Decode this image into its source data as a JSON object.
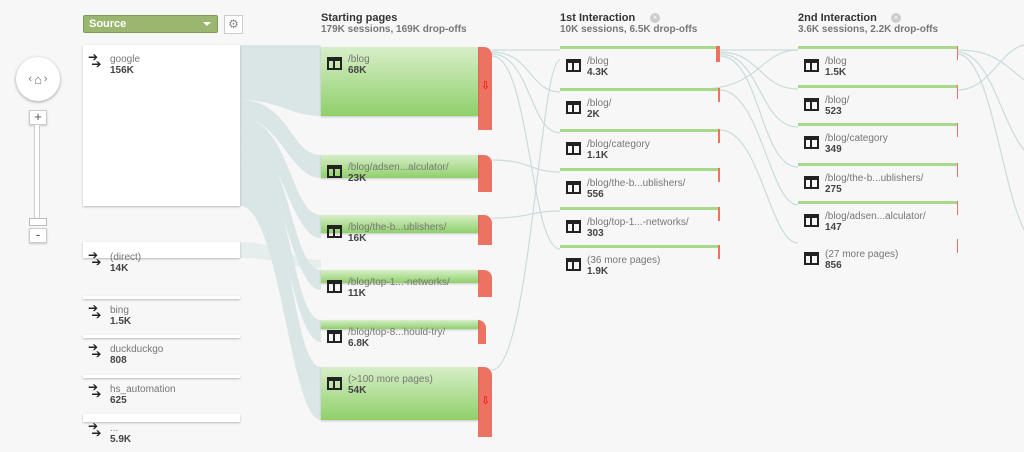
{
  "controls": {
    "home_label": "home",
    "zoom_in": "+",
    "zoom_out": "-"
  },
  "source_dropdown": {
    "selected": "Source"
  },
  "sources": [
    {
      "name": "google",
      "value": "156K"
    },
    {
      "name": "(direct)",
      "value": "14K"
    },
    {
      "name": "bing",
      "value": "1.5K"
    },
    {
      "name": "duckduckgo",
      "value": "808"
    },
    {
      "name": "hs_automation",
      "value": "625"
    },
    {
      "name": "...",
      "value": "5.9K"
    }
  ],
  "starting_pages": {
    "title": "Starting pages",
    "summary": "179K sessions, 169K drop-offs",
    "nodes": [
      {
        "name": "/blog",
        "value": "68K"
      },
      {
        "name": "/blog/adsen...alculator/",
        "value": "23K"
      },
      {
        "name": "/blog/the-b...ublishers/",
        "value": "16K"
      },
      {
        "name": "/blog/top-1...-networks/",
        "value": "11K"
      },
      {
        "name": "/blog/top-8...hould-try/",
        "value": "6.8K"
      },
      {
        "name": "(>100 more pages)",
        "value": "54K"
      }
    ]
  },
  "first_interaction": {
    "title": "1st Interaction",
    "summary": "10K sessions, 6.5K drop-offs",
    "nodes": [
      {
        "name": "/blog",
        "value": "4.3K"
      },
      {
        "name": "/blog/",
        "value": "2K"
      },
      {
        "name": "/blog/category",
        "value": "1.1K"
      },
      {
        "name": "/blog/the-b...ublishers/",
        "value": "556"
      },
      {
        "name": "/blog/top-1...-networks/",
        "value": "303"
      },
      {
        "name": "(36 more pages)",
        "value": "1.9K"
      }
    ]
  },
  "second_interaction": {
    "title": "2nd Interaction",
    "summary": "3.6K sessions, 2.2K drop-offs",
    "nodes": [
      {
        "name": "/blog",
        "value": "1.5K"
      },
      {
        "name": "/blog/",
        "value": "523"
      },
      {
        "name": "/blog/category",
        "value": "349"
      },
      {
        "name": "/blog/the-b...ublishers/",
        "value": "275"
      },
      {
        "name": "/blog/adsen...alculator/",
        "value": "147"
      },
      {
        "name": "(27 more pages)",
        "value": "856"
      }
    ]
  },
  "colors": {
    "node_green": "#8fd06a",
    "dropoff_red": "#ec7261",
    "flow": "#d3e1e1",
    "dropdown": "#9ab66f"
  }
}
